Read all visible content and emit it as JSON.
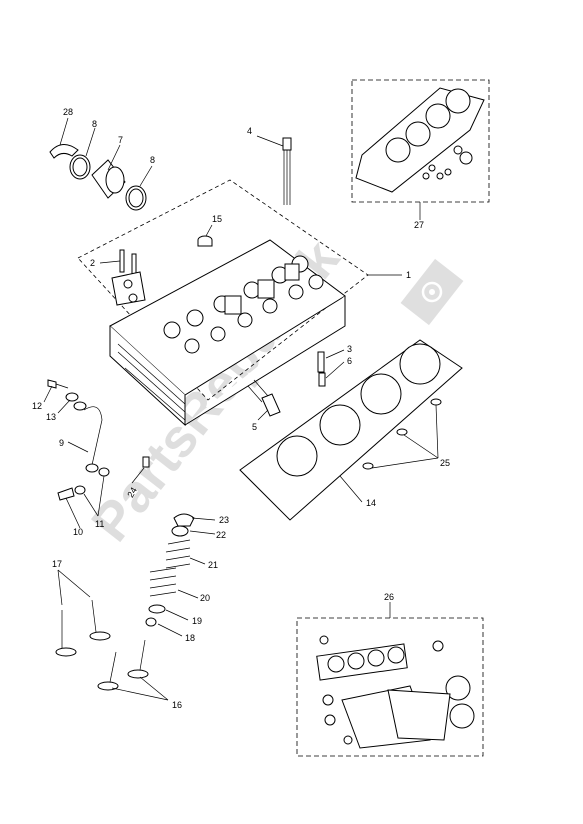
{
  "watermark": "PartsRepublik",
  "callouts": {
    "c1": "1",
    "c2": "2",
    "c3": "3",
    "c4": "4",
    "c5": "5",
    "c6": "6",
    "c7": "7",
    "c8a": "8",
    "c8b": "8",
    "c9": "9",
    "c10": "10",
    "c11": "11",
    "c12": "12",
    "c13": "13",
    "c14": "14",
    "c15": "15",
    "c16": "16",
    "c17": "17",
    "c18": "18",
    "c19": "19",
    "c20": "20",
    "c21": "21",
    "c22": "22",
    "c23": "23",
    "c24": "24",
    "c25": "25",
    "c26": "26",
    "c27": "27",
    "c28": "28"
  }
}
